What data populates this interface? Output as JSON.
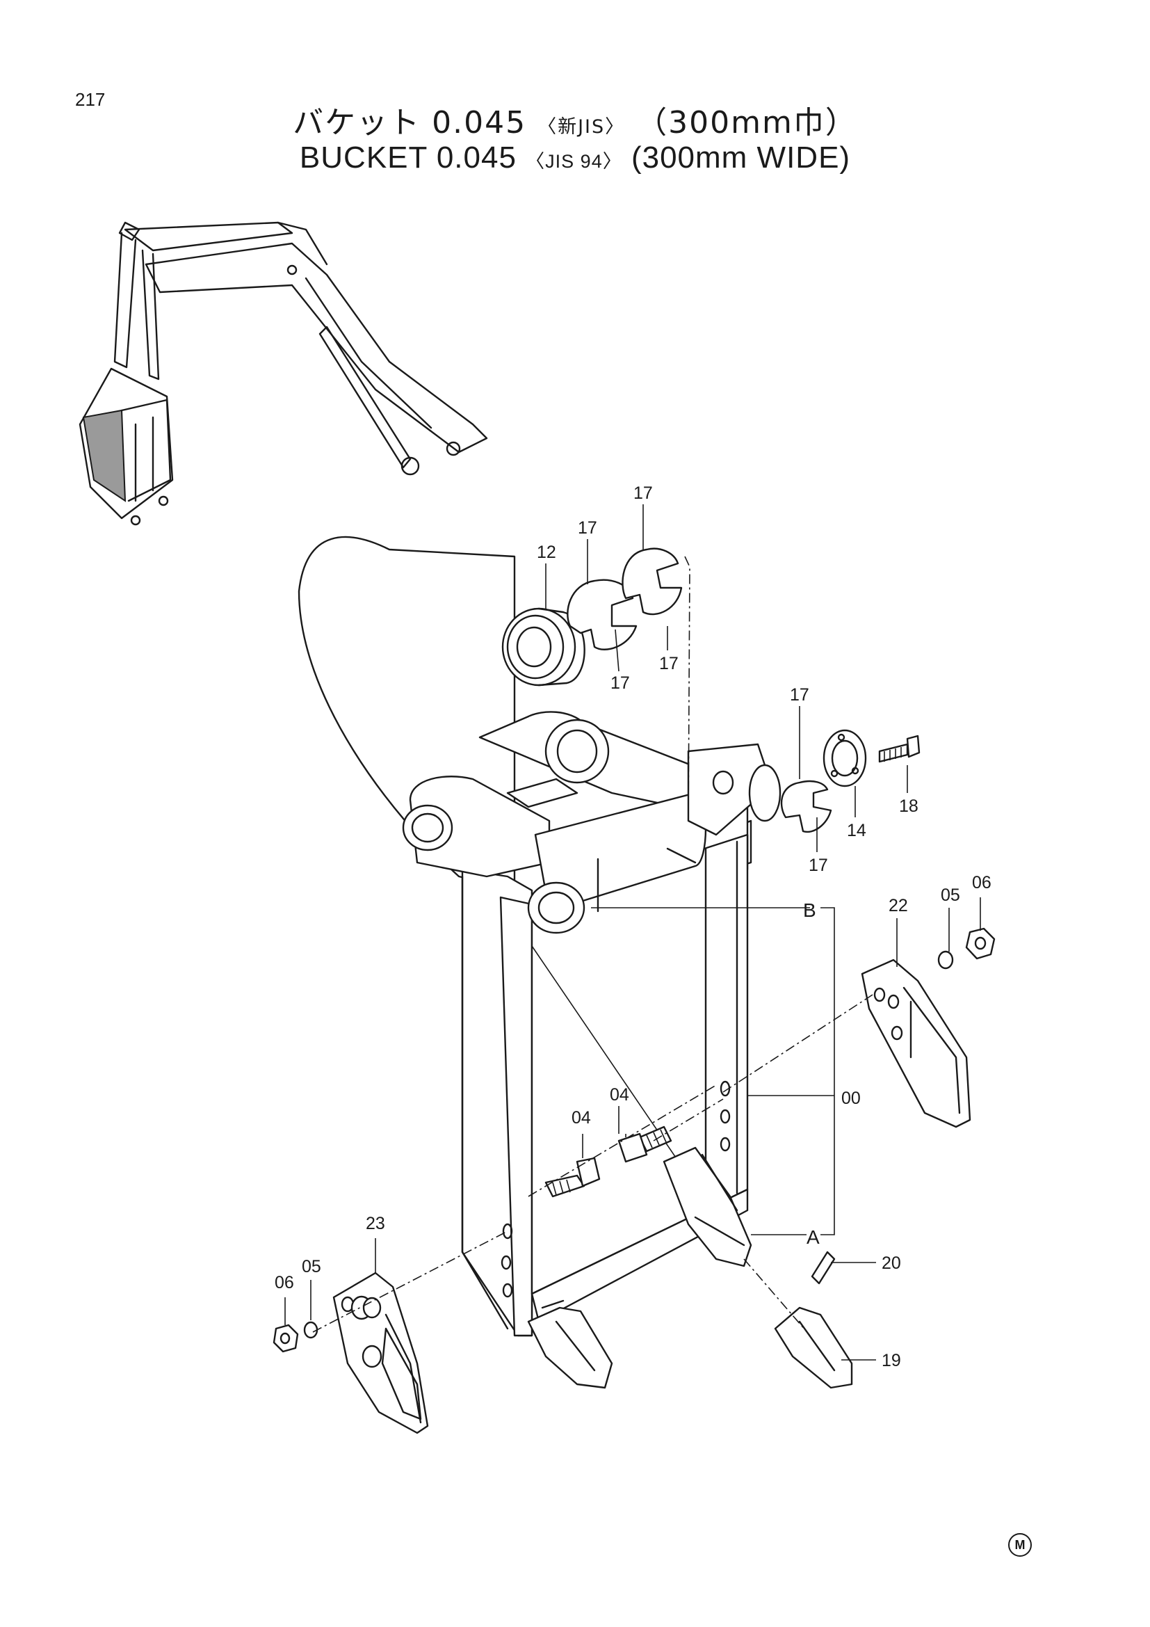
{
  "page_number": "217",
  "title": {
    "jp_main": "バケット 0.045",
    "jp_std": "〈新JIS〉",
    "jp_width": "（300mm巾）",
    "en_main": "BUCKET 0.045",
    "en_std": "〈JIS 94〉",
    "en_width": "(300mm WIDE)"
  },
  "callouts": {
    "c17a": "17",
    "c17b": "17",
    "c17c": "17",
    "c17d": "17",
    "c17e": "17",
    "c17f": "17",
    "c12": "12",
    "c14": "14",
    "c18": "18",
    "cB": "B",
    "c00": "00",
    "cA": "A",
    "c22": "22",
    "c05r": "05",
    "c06r": "06",
    "c04a": "04",
    "c04b": "04",
    "c23": "23",
    "c06l": "06",
    "c05l": "05",
    "c20": "20",
    "c19": "19"
  },
  "mark": "M"
}
